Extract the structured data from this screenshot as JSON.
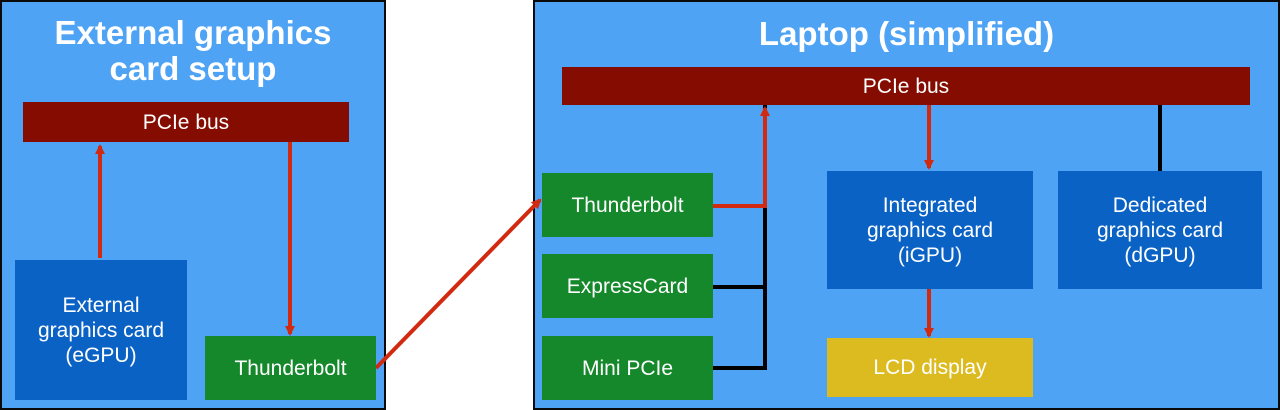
{
  "colors": {
    "panel": "#4ea3f5",
    "bus": "#850c00",
    "gpu_box": "#0a62c4",
    "port_box": "#14882a",
    "display_box": "#dcbb20",
    "arrow": "#d22a10",
    "wire": "#000000"
  },
  "left_panel": {
    "title_line1": "External graphics",
    "title_line2": "card setup",
    "bus": "PCIe bus",
    "egpu_line1": "External",
    "egpu_line2": "graphics card",
    "egpu_line3": "(eGPU)",
    "thunderbolt": "Thunderbolt"
  },
  "right_panel": {
    "title": "Laptop (simplified)",
    "bus": "PCIe bus",
    "thunderbolt": "Thunderbolt",
    "expresscard": "ExpressCard",
    "minipcie": "Mini PCIe",
    "igpu_line1": "Integrated",
    "igpu_line2": "graphics card",
    "igpu_line3": "(iGPU)",
    "dgpu_line1": "Dedicated",
    "dgpu_line2": "graphics card",
    "dgpu_line3": "(dGPU)",
    "lcd": "LCD display"
  }
}
